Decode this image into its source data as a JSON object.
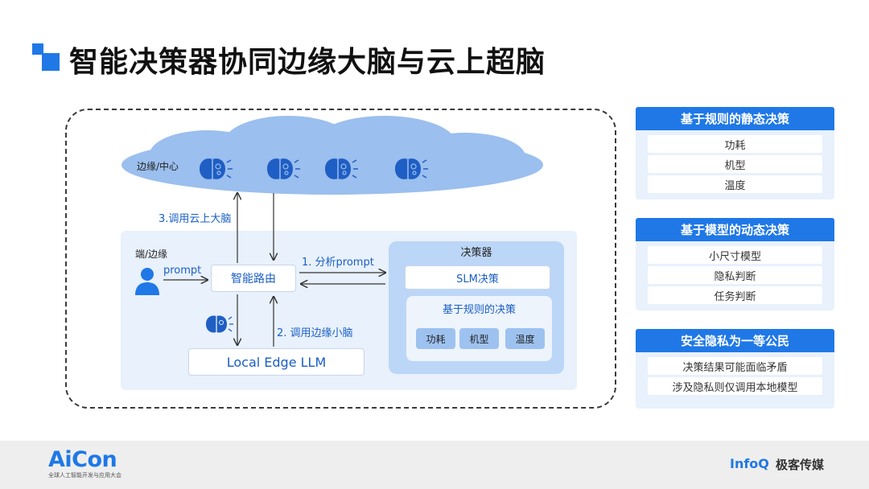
{
  "title": "智能决策器协同边缘大脑与云上超脑",
  "diagram": {
    "cloud_label": "边缘/中心",
    "edge_label": "端/边缘",
    "prompt_label": "prompt",
    "router_label": "智能路由",
    "llm_label": "Local Edge LLM",
    "step1_label": "1. 分析prompt",
    "step2_label": "2. 调用边缘小脑",
    "step3_label": "3.调用云上大脑",
    "decider_label": "决策器",
    "slm_label": "SLM决策",
    "rule_label": "基于规则的决策",
    "chips": [
      "功耗",
      "机型",
      "温度"
    ]
  },
  "cards": [
    {
      "title": "基于规则的静态决策",
      "items": [
        "功耗",
        "机型",
        "温度"
      ]
    },
    {
      "title": "基于模型的动态决策",
      "items": [
        "小尺寸模型",
        "隐私判断",
        "任务判断"
      ]
    },
    {
      "title": "安全隐私为一等公民",
      "items": [
        "决策结果可能面临矛盾",
        "涉及隐私则仅调用本地模型"
      ]
    }
  ],
  "footer": {
    "aicon": "AiCon",
    "aicon_sub": "全球人工智能开发与应用大会",
    "infoq": "InfoQ",
    "jike": "极客传媒"
  },
  "colors": {
    "accent": "#1f78e6",
    "cloud": "#9bbfee",
    "panel": "#e8f1fc"
  }
}
